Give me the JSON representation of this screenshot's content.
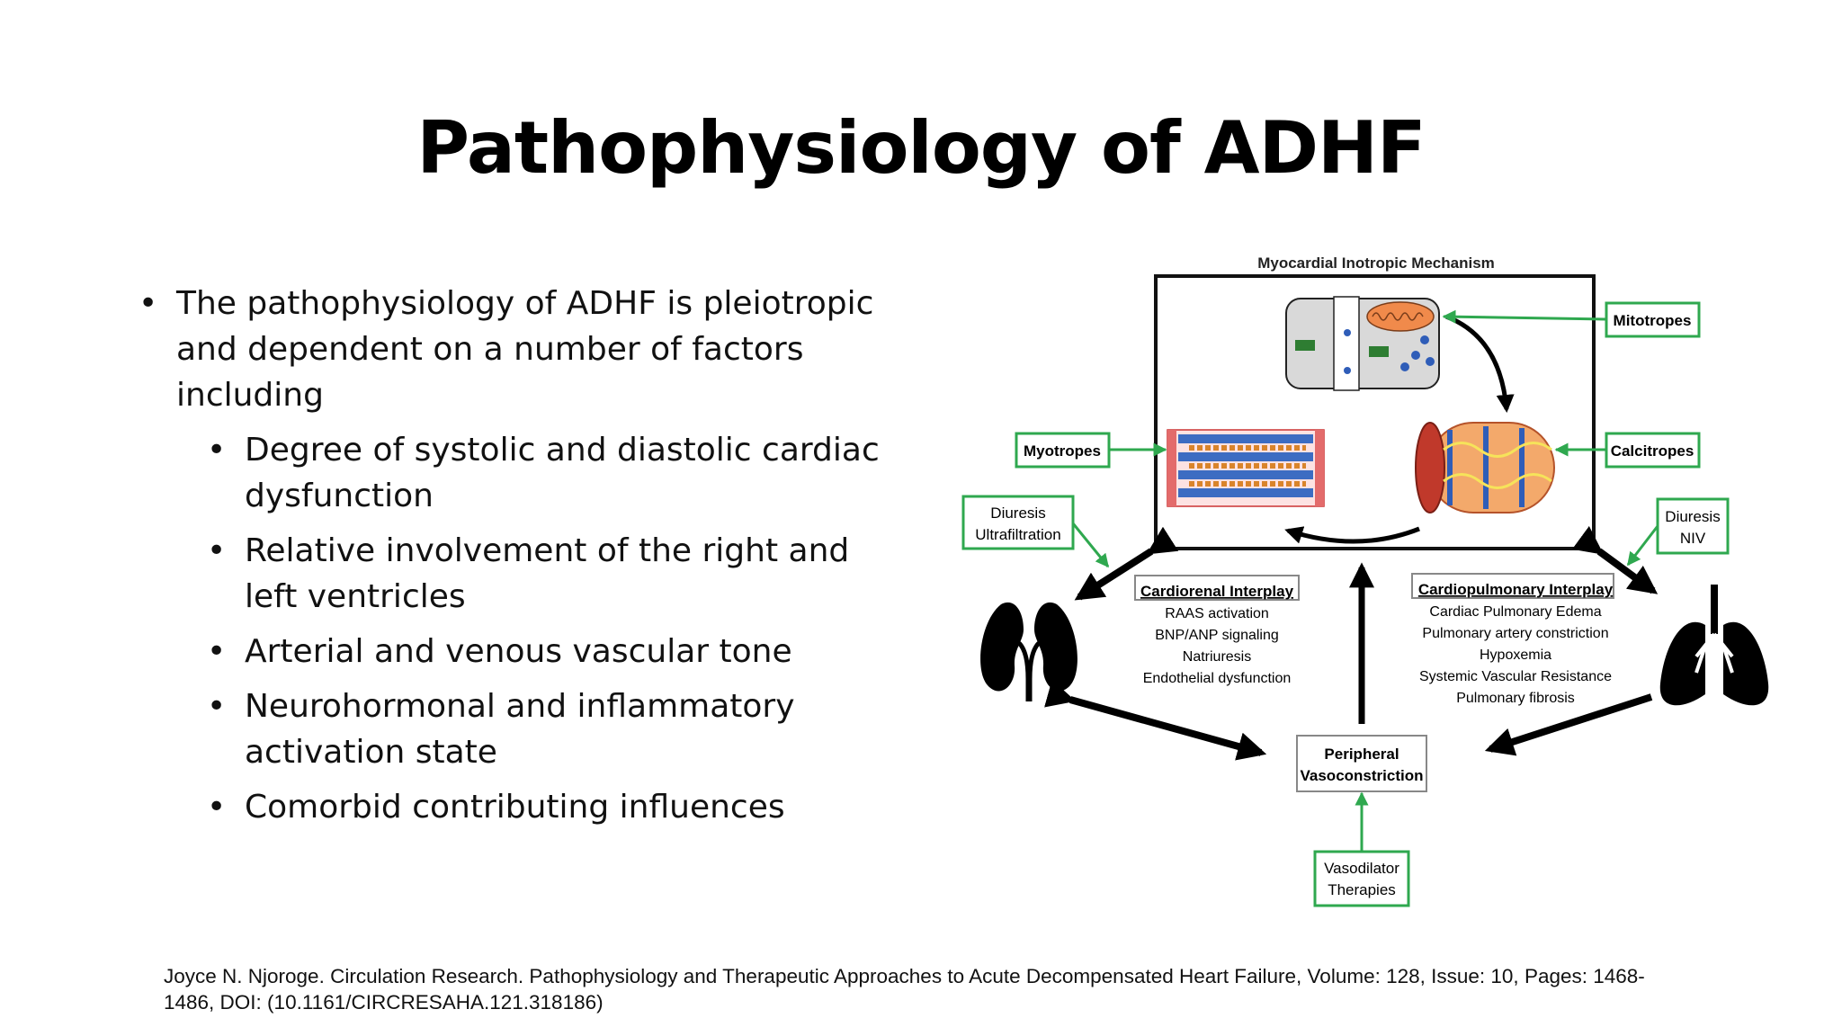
{
  "slide": {
    "title": "Pathophysiology of ADHF",
    "bullet_main": "The pathophysiology of ADHF is pleiotropic and dependent on a number of factors including",
    "sub_bullets": [
      "Degree of systolic and diastolic cardiac dysfunction",
      "Relative involvement of the right and left ventricles",
      "Arterial and venous vascular tone",
      "Neurohormonal and inflammatory activation state",
      "Comorbid contributing influences"
    ],
    "citation": "Joyce N. Njoroge. Circulation Research. Pathophysiology and Therapeutic Approaches to Acute Decompensated Heart Failure, Volume: 128, Issue: 10, Pages: 1468-1486, DOI: (10.1161/CIRCRESAHA.121.318186)"
  },
  "diagram": {
    "header": "Myocardial Inotropic Mechanism",
    "mitotropes": "Mitotropes",
    "myotropes": "Myotropes",
    "calcitropes": "Calcitropes",
    "diuresis_left_1": "Diuresis",
    "diuresis_left_2": "Ultrafiltration",
    "diuresis_right_1": "Diuresis",
    "diuresis_right_2": "NIV",
    "cardiorenal_title": "Cardiorenal Interplay",
    "cardiorenal_items": [
      "RAAS activation",
      "BNP/ANP signaling",
      "Natriuresis",
      "Endothelial dysfunction"
    ],
    "cardiopulmonary_title": "Cardiopulmonary Interplay",
    "cardiopulmonary_items": [
      "Cardiac Pulmonary Edema",
      "Pulmonary artery constriction",
      "Hypoxemia",
      "Systemic Vascular Resistance",
      "Pulmonary fibrosis"
    ],
    "peripheral_1": "Peripheral",
    "peripheral_2": "Vasoconstriction",
    "vasodilator_1": "Vasodilator",
    "vasodilator_2": "Therapies",
    "colors": {
      "green": "#2fa84f",
      "black": "#000000",
      "orange": "#f08a4b"
    }
  }
}
